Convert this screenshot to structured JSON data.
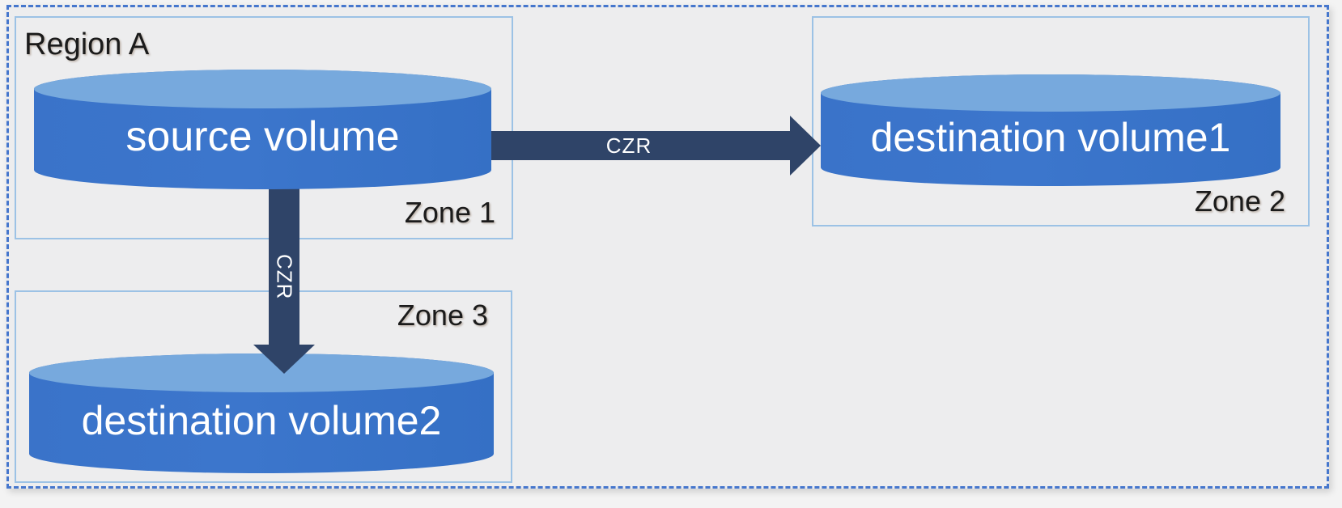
{
  "region": {
    "label": "Region A"
  },
  "zones": [
    {
      "label": "Zone 1",
      "volume": "source volume"
    },
    {
      "label": "Zone 2",
      "volume": "destination volume1"
    },
    {
      "label": "Zone 3",
      "volume": "destination volume2"
    }
  ],
  "arrows": [
    {
      "label": "CZR",
      "direction": "right",
      "from": "source volume",
      "to": "destination volume1"
    },
    {
      "label": "CZR",
      "direction": "down",
      "from": "source volume",
      "to": "destination volume2"
    }
  ],
  "colors": {
    "cylinder_body": "#3a73c9",
    "cylinder_top": "#77a9dd",
    "arrow": "#2f4468",
    "zone_border": "#9cc2e5",
    "region_border": "#4677cd",
    "background": "#ededee",
    "label_text": "#1b1b1b",
    "volume_text": "#ffffff"
  }
}
